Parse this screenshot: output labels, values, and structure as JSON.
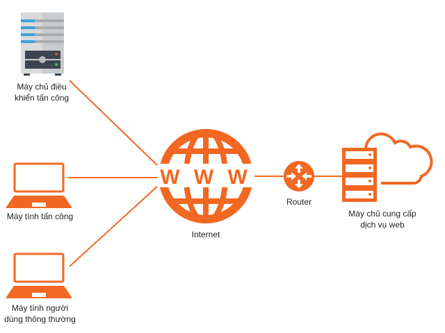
{
  "colors": {
    "accent": "#f26722",
    "server_body": "#d8dadc",
    "server_dark": "#3b4450",
    "server_stripe": "#3fa0d8",
    "led_red": "#e8453c",
    "led_green": "#35c45a"
  },
  "nodes": {
    "c2_server": {
      "icon": "server-tower-icon",
      "line1": "Máy chủ điều",
      "line2": "khiển tấn công"
    },
    "attacker": {
      "icon": "laptop-icon",
      "line1": "Máy tính tấn công"
    },
    "user": {
      "icon": "laptop-icon",
      "line1": "Máy tính người",
      "line2": "dùng thông thường"
    },
    "internet": {
      "icon": "www-globe-icon",
      "line1": "Internet",
      "glyphs": "W W W"
    },
    "router": {
      "icon": "router-icon",
      "line1": "Router"
    },
    "web_server": {
      "icon": "server-cloud-icon",
      "line1": "Máy chủ cung cấp",
      "line2": "dịch vụ web"
    }
  }
}
